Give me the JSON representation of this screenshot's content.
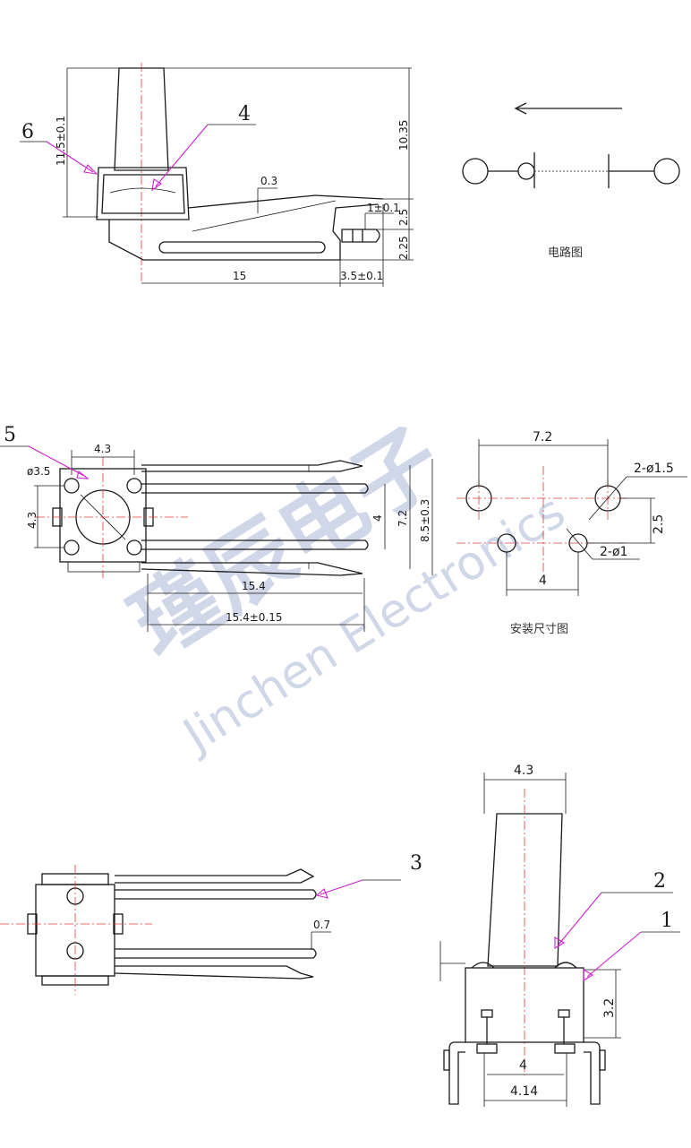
{
  "callouts": {
    "c1": "1",
    "c2": "2",
    "c3": "3",
    "c4": "4",
    "c5": "5",
    "c6": "6"
  },
  "side_view": {
    "dims": {
      "h_total": "11.5±0.1",
      "h_top": "10.35",
      "thk": "0.3",
      "pin_w": "1±0.1",
      "h_25": "2.5",
      "h_225": "2.25",
      "len": "15",
      "tip": "3.5±0.1"
    }
  },
  "circuit": {
    "caption": "电路图"
  },
  "top_view": {
    "dims": {
      "w": "4.3",
      "dia": "ø3.5",
      "h": "4.3",
      "pitch_4": "4",
      "pitch_72": "7.2",
      "outer": "8.5±0.3",
      "len1": "15.4",
      "len2": "15.4±0.15"
    }
  },
  "mounting": {
    "caption": "安装尺寸图",
    "dims": {
      "top": "7.2",
      "big_holes": "2-ø1.5",
      "v_off": "2.5",
      "small_holes": "2-ø1",
      "bottom": "4"
    }
  },
  "bottom_view": {
    "dims": {
      "pin_t": "0.7"
    }
  },
  "front_view": {
    "dims": {
      "top_w": "4.3",
      "body_h": "3.2",
      "pitch": "4",
      "width": "4.14"
    }
  },
  "watermark": {
    "cn": "瑾辰电子",
    "en": "Jinchen Electronics"
  }
}
